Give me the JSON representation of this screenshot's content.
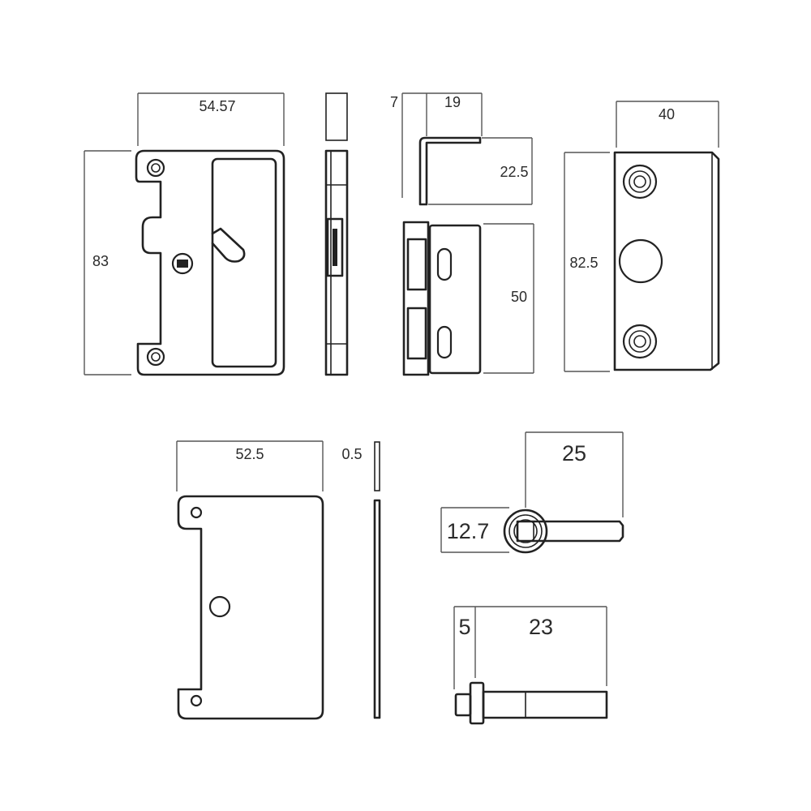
{
  "dimensions": {
    "lock_width": "54.57",
    "lock_height": "83",
    "keeper_offset": "7",
    "keeper_length": "19",
    "keeper_height": "22.5",
    "bracket_height": "50",
    "strike_width": "40",
    "strike_height": "82.5",
    "plate_width": "52.5",
    "plate_thickness": "0.5",
    "lever_length": "25",
    "lever_diameter": "12.7",
    "bolt_head": "5",
    "bolt_length": "23"
  }
}
